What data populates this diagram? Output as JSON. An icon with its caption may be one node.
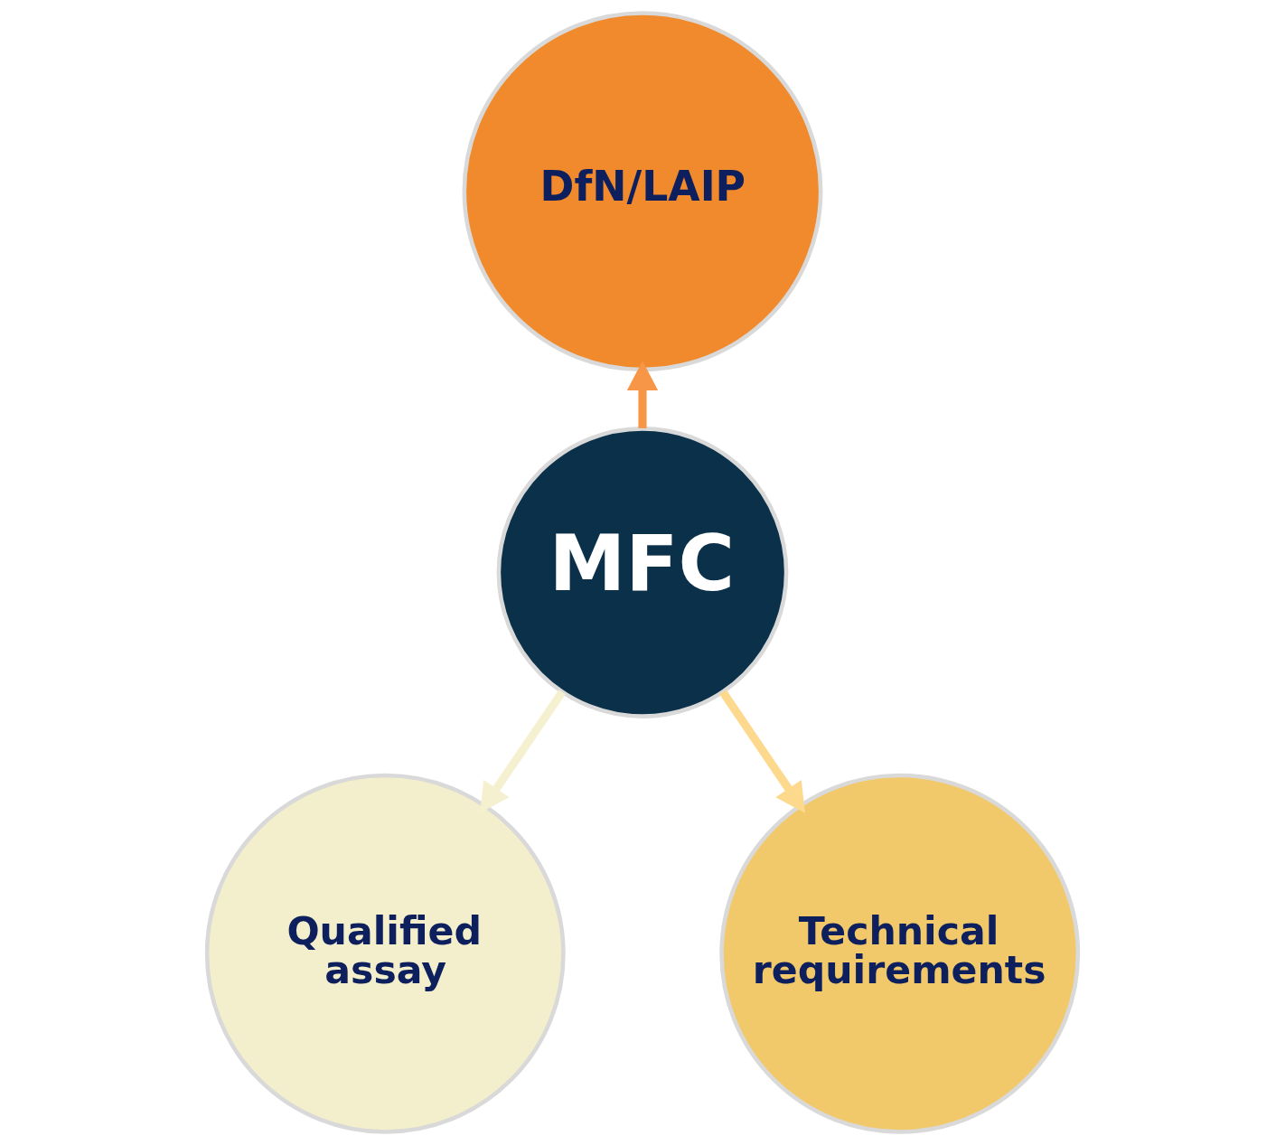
{
  "diagram": {
    "nodes": [
      {
        "text": [
          "DfN/LAIP"
        ]
      },
      {
        "text": [
          "MFC"
        ]
      },
      {
        "text": [
          "Qualified assay"
        ]
      },
      {
        "text": [
          "Technical requirements"
        ]
      }
    ],
    "edges": [
      {
        "from": 1,
        "to": 0,
        "arrow": "to",
        "color": "#f79646"
      },
      {
        "from": 1,
        "to": 2,
        "arrow": "to",
        "color": "#f5f0d0"
      },
      {
        "from": 1,
        "to": 3,
        "arrow": "to",
        "color": "#fcd98c"
      }
    ]
  }
}
